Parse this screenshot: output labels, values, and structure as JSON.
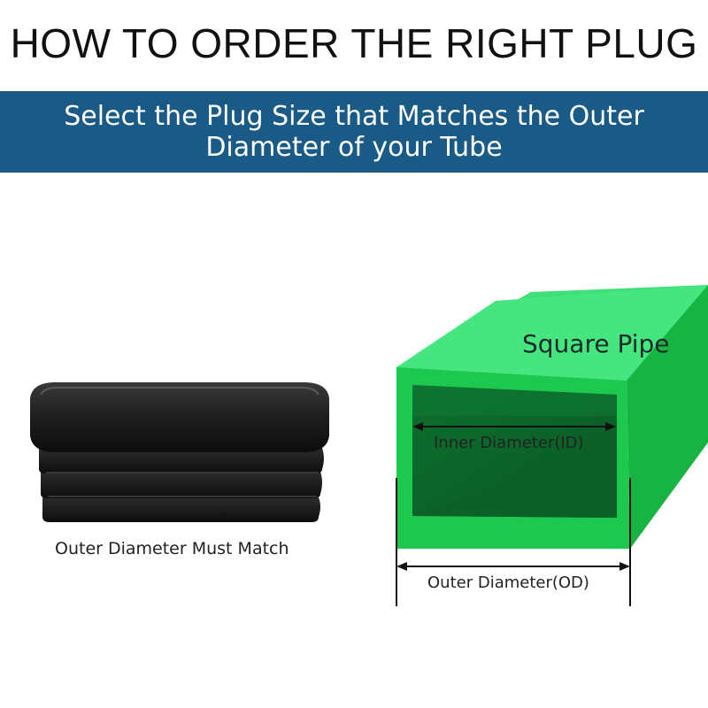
{
  "header": {
    "title": "HOW TO ORDER THE RIGHT PLUG",
    "banner_line1": "Select the Plug Size that Matches the Outer",
    "banner_line2": "Diameter of your Tube",
    "banner_color": "#1a5a86"
  },
  "plug": {
    "caption": "Outer Diameter Must Match",
    "color": "#1c1c1c"
  },
  "pipe": {
    "title": "Square Pipe",
    "inner_label": "Inner Diameter(ID)",
    "outer_label": "Outer Diameter(OD)",
    "face_color": "#19c24a",
    "top_color": "#3fe07a",
    "inner_color": "#0e7a33"
  }
}
